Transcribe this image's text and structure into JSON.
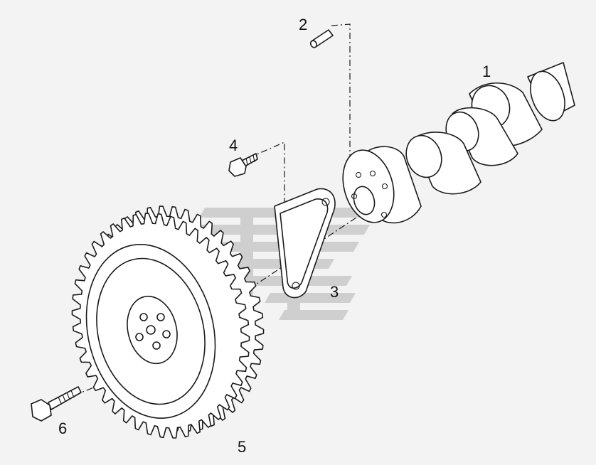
{
  "callouts": {
    "camshaft": "1",
    "dowel_pin": "2",
    "thrust_plate": "3",
    "plate_bolt": "4",
    "cam_gear": "5",
    "gear_bolt": "6"
  },
  "colors": {
    "background": "#f3f3f3",
    "line": "#1a1a1a",
    "watermark": "#c9c9c9"
  }
}
